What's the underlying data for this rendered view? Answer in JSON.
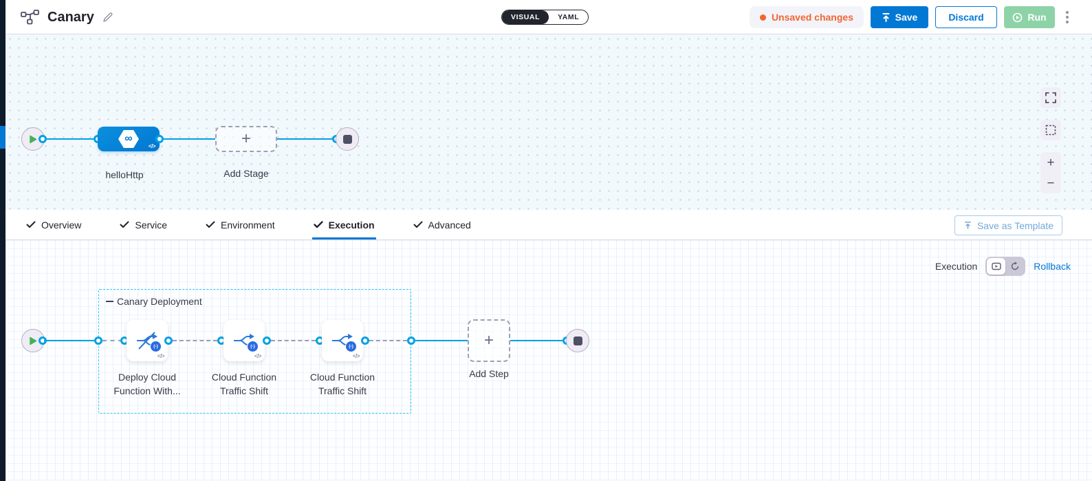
{
  "header": {
    "title": "Canary",
    "view_toggle": {
      "visual": "VISUAL",
      "yaml": "YAML"
    },
    "unsaved_badge": "Unsaved changes",
    "save_label": "Save",
    "discard_label": "Discard",
    "run_label": "Run"
  },
  "stage_canvas": {
    "stage_label": "helloHttp",
    "add_stage_label": "Add Stage"
  },
  "tabs": {
    "items": [
      {
        "label": "Overview"
      },
      {
        "label": "Service"
      },
      {
        "label": "Environment"
      },
      {
        "label": "Execution"
      },
      {
        "label": "Advanced"
      }
    ],
    "active": "Execution",
    "save_as_template_label": "Save as Template"
  },
  "execution_canvas": {
    "mode_label": "Execution",
    "rollback_label": "Rollback",
    "group_label": "Canary Deployment",
    "steps": [
      {
        "label_line1": "Deploy Cloud",
        "label_line2": "Function With...",
        "badge": "(-)"
      },
      {
        "label_line1": "Cloud Function",
        "label_line2": "Traffic Shift",
        "badge": "(-)"
      },
      {
        "label_line1": "Cloud Function",
        "label_line2": "Traffic Shift",
        "badge": "(-)"
      }
    ],
    "add_step_label": "Add Step"
  },
  "icons": {
    "infinity_glyph": "∞",
    "plus_glyph": "+",
    "minus_glyph": "−",
    "code_glyph": "</>"
  },
  "colors": {
    "primary_blue": "#0278d5",
    "connector_cyan": "#00a1e4",
    "unsaved_orange": "#f1662f",
    "run_disabled_green": "#8ed3a8",
    "group_border_cyan": "#2fc8f4",
    "dark_text": "#22222a"
  }
}
